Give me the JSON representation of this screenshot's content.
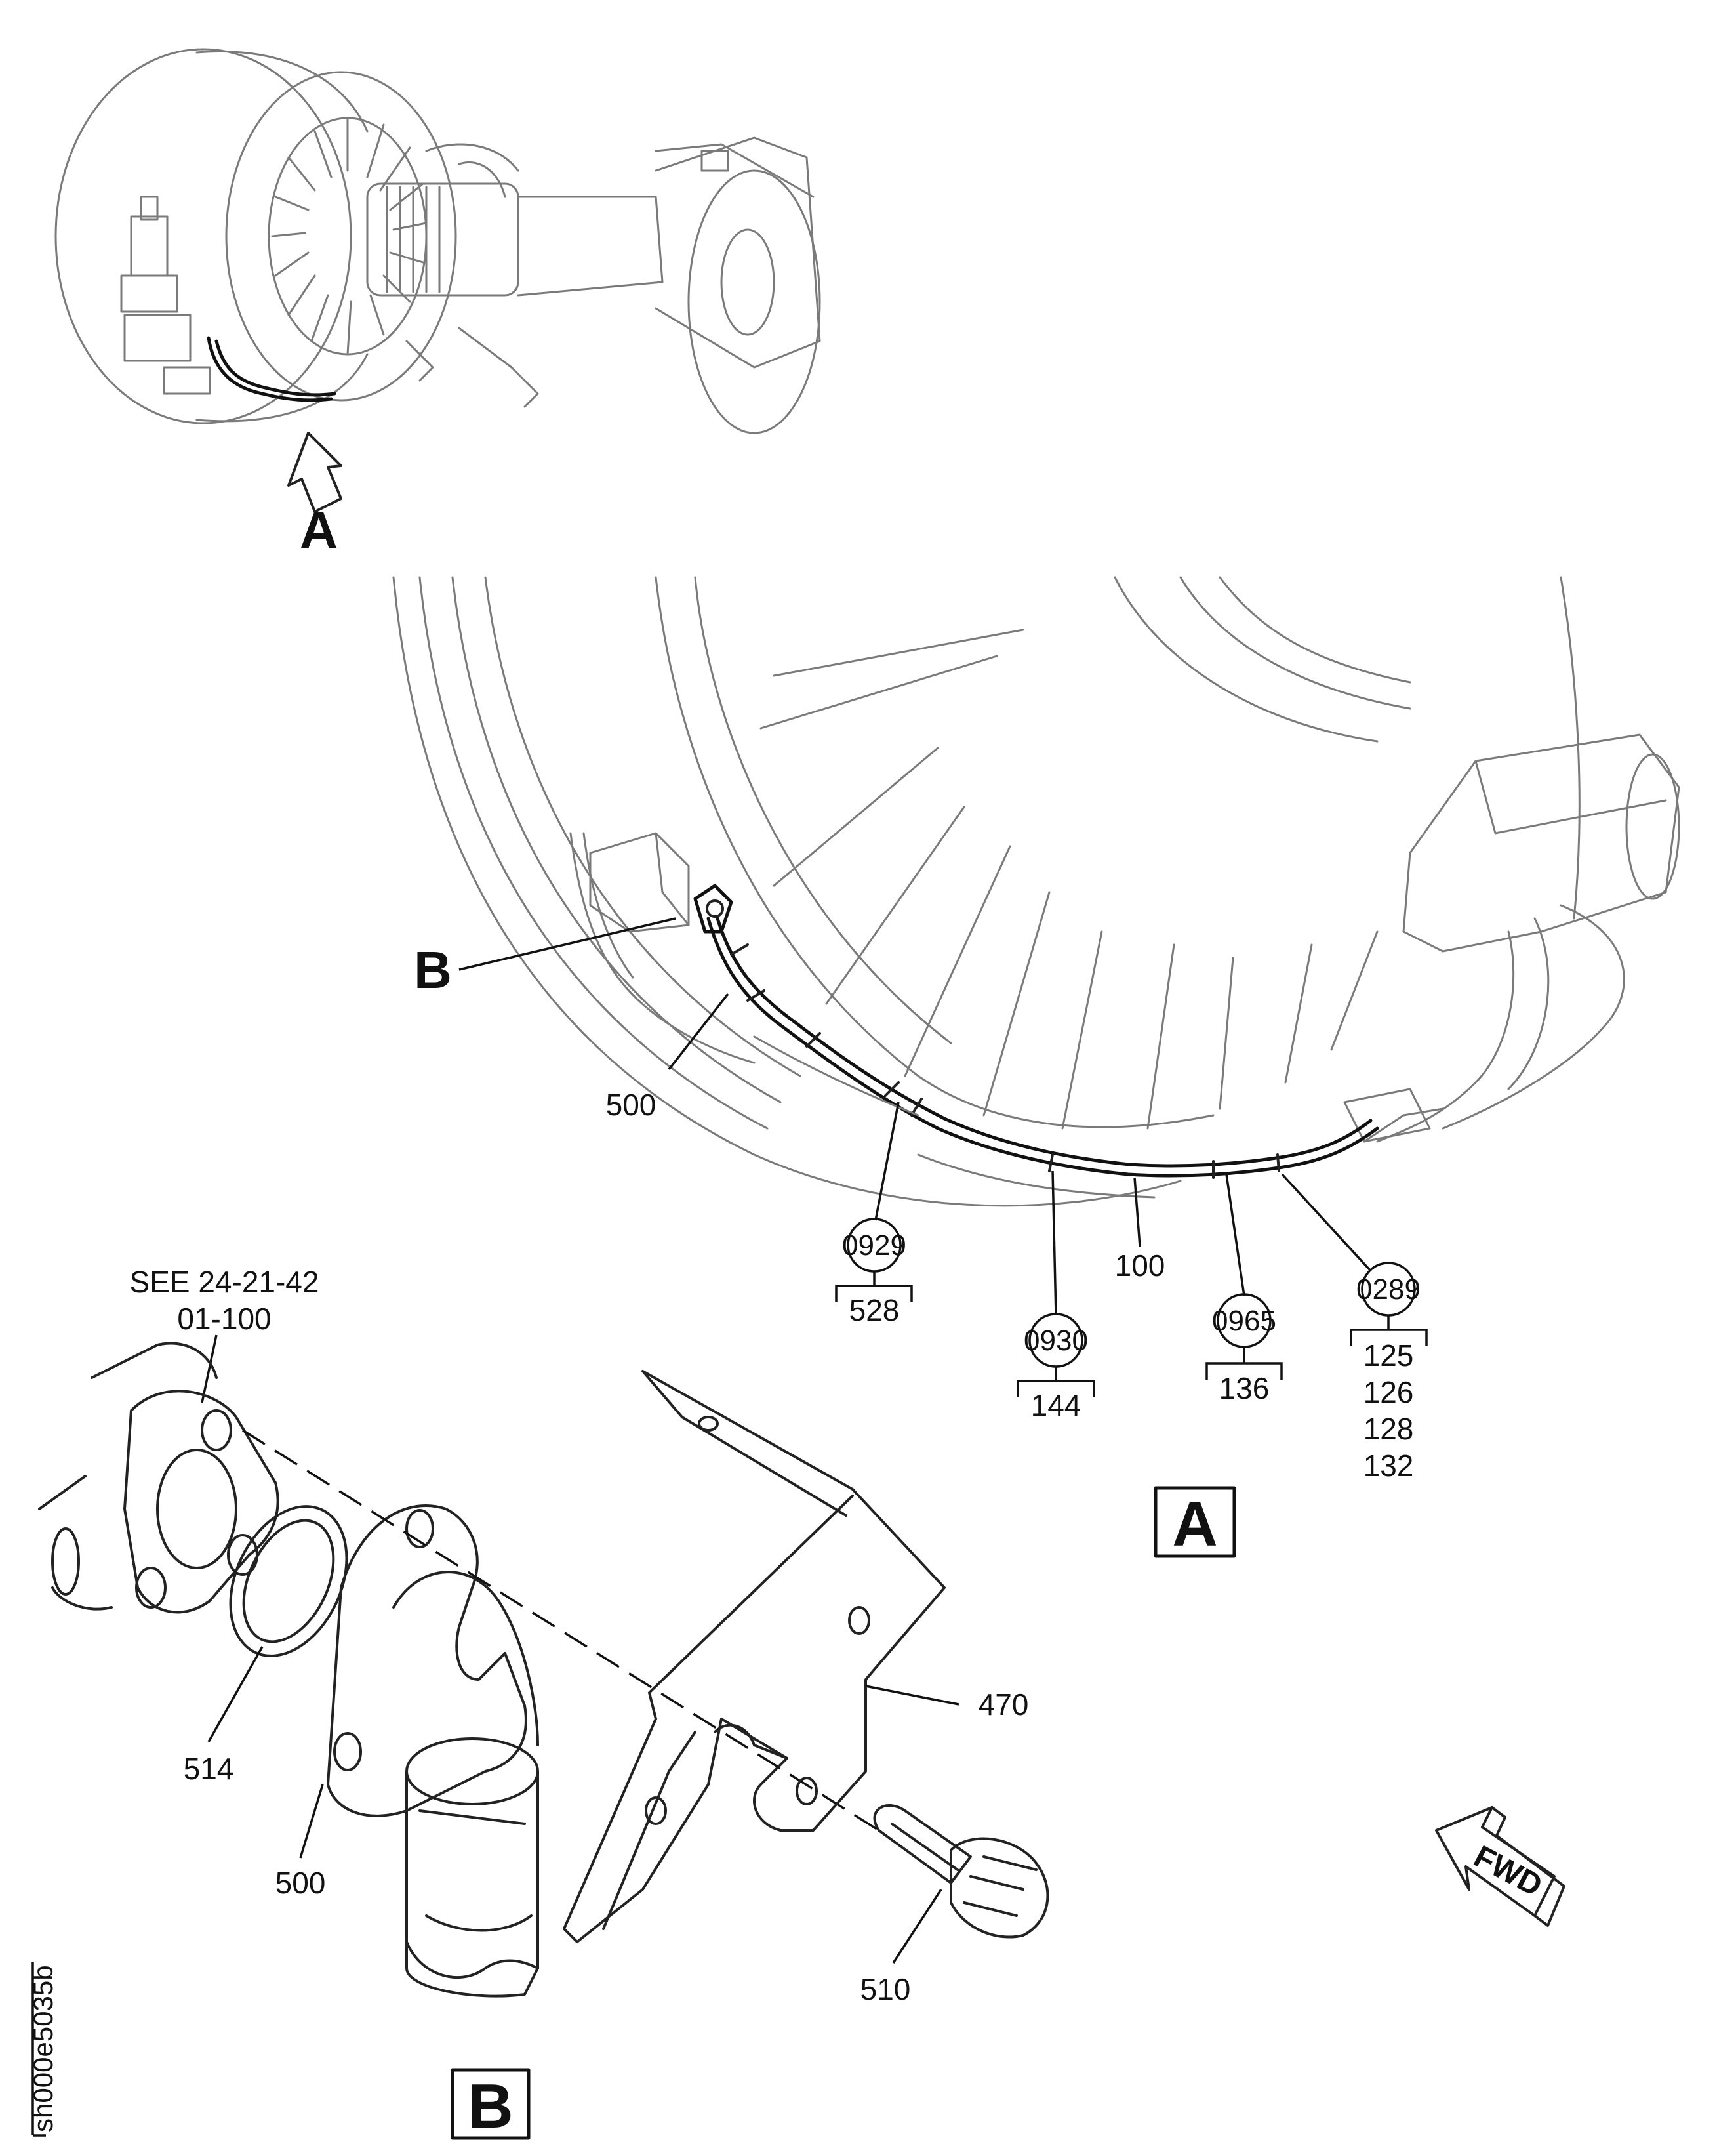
{
  "labels": {
    "view_a_arrow": "A",
    "detail_b_leader": "B",
    "see_ref_line1": "SEE 24-21-42",
    "see_ref_line2": "01-100",
    "view_a_box": "A",
    "view_b_box": "B",
    "fwd": "FWD",
    "drawing_id": "sh000e5035b"
  },
  "view_a_items": {
    "part_500": "500",
    "part_100": "100",
    "clamp_0929": {
      "circle": "0929",
      "refs": [
        "528"
      ]
    },
    "clamp_0930": {
      "circle": "0930",
      "refs": [
        "144"
      ]
    },
    "clamp_0965": {
      "circle": "0965",
      "refs": [
        "136"
      ]
    },
    "clamp_0289": {
      "circle": "0289",
      "refs": [
        "125",
        "126",
        "128",
        "132"
      ]
    }
  },
  "view_b_items": {
    "part_514": "514",
    "part_500": "500",
    "part_470": "470",
    "part_510": "510"
  },
  "colors": {
    "line_dark": "#111111",
    "line_light": "#7a7a7a",
    "background": "#ffffff"
  }
}
